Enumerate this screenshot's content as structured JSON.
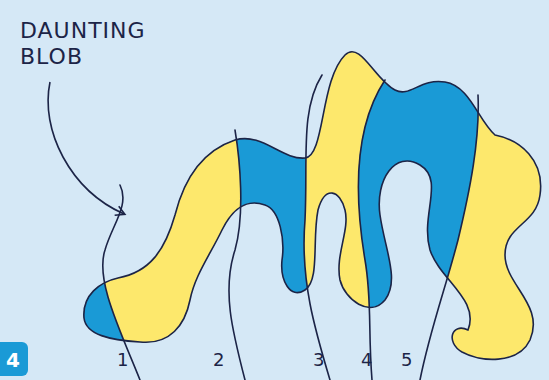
{
  "diagram": {
    "labels": [
      "DAUNTING BLOB",
      "1",
      "2",
      "3",
      "4",
      "5",
      "4"
    ]
  }
}
